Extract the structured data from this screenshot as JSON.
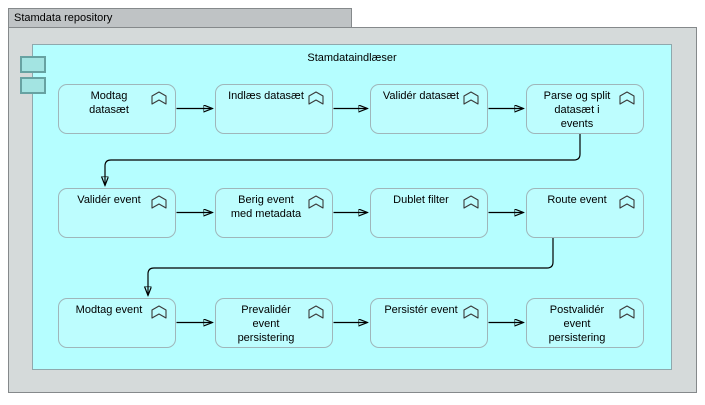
{
  "window": {
    "outer_label": "Stamdata repository",
    "inner_label": "Stamdataindlæser"
  },
  "rows": [
    {
      "nodes": [
        {
          "label": "Modtag\ndatasæt"
        },
        {
          "label": "Indlæs datasæt"
        },
        {
          "label": "Validér datasæt"
        },
        {
          "label": "Parse og split\ndatasæt i\nevents"
        }
      ]
    },
    {
      "nodes": [
        {
          "label": "Validér event"
        },
        {
          "label": "Berig event\nmed metadata"
        },
        {
          "label": "Dublet filter"
        },
        {
          "label": "Route event"
        }
      ]
    },
    {
      "nodes": [
        {
          "label": "Modtag event"
        },
        {
          "label": "Prevalidér\nevent\npersistering"
        },
        {
          "label": "Persistér event"
        },
        {
          "label": "Postvalidér\nevent\npersistering"
        }
      ]
    },
    {
      "nodes": []
    }
  ],
  "icons": {
    "node_icon": "archimate-application-function-icon",
    "container_icon": "archimate-application-component-icon"
  },
  "colors": {
    "outer_fill": "#d5dada",
    "outer_tab_fill": "#bfc3c5",
    "outer_border": "#85898b",
    "container_fill": "#b5feff",
    "container_border": "#8fa8ad",
    "node_fill": "#bdfdfe",
    "node_border": "#9fb6ba",
    "component_icon_fill": "#a3e4e2",
    "component_icon_border": "#67a2a2",
    "connector": "#000000",
    "text": "#000000"
  }
}
